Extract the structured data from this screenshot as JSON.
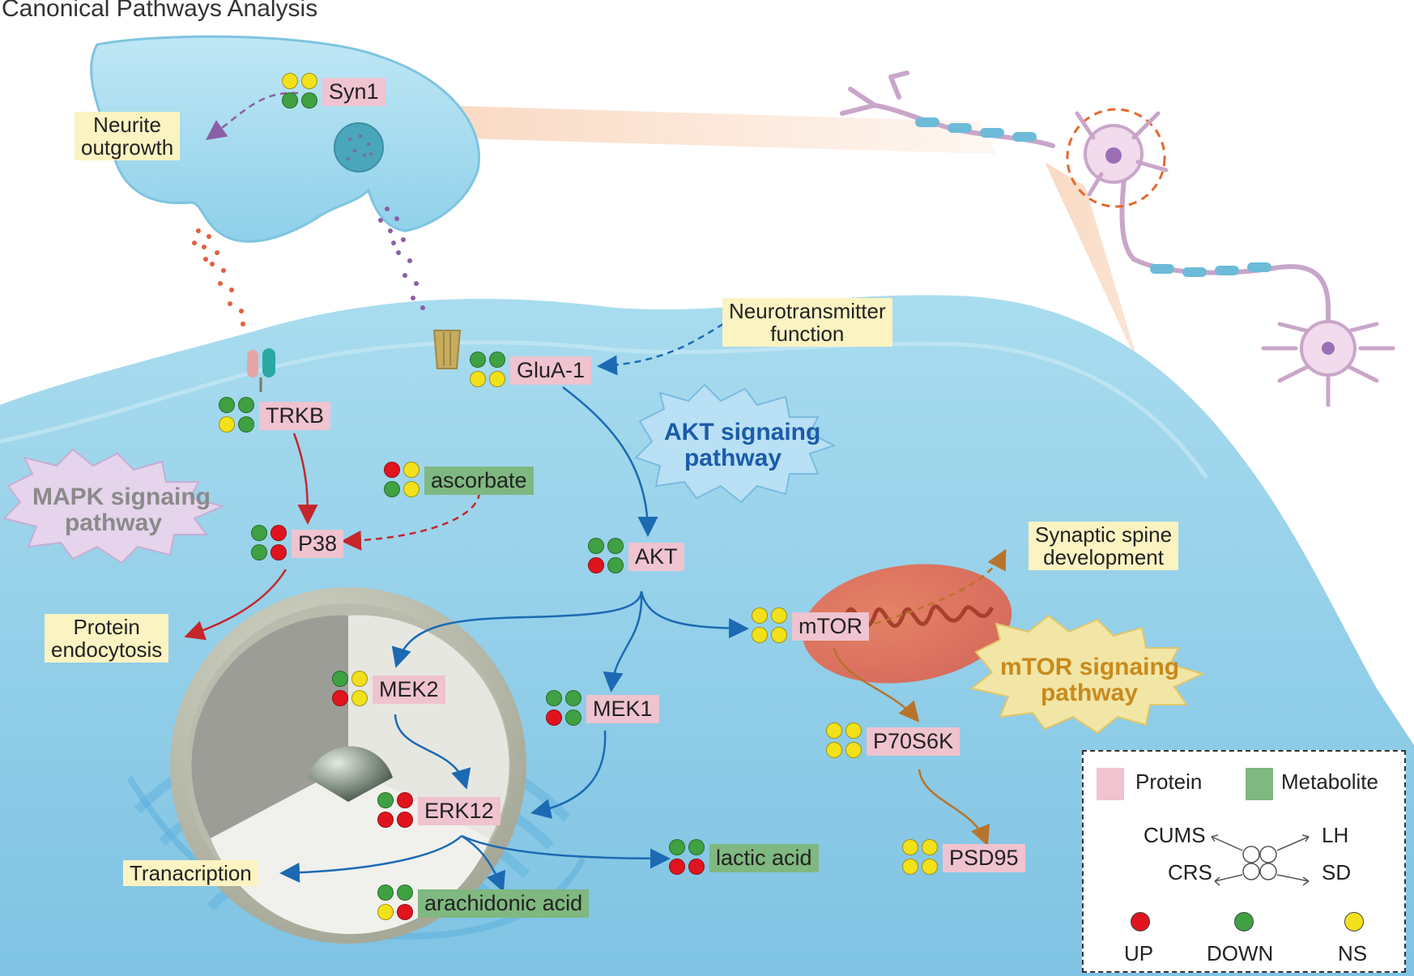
{
  "title": "Canonical Pathways Analysis",
  "colors": {
    "up": "#e0141e",
    "down": "#3fa142",
    "ns": "#f2e11a",
    "protein": "#efc3cf",
    "metabolite": "#7fb880",
    "function_box": "#fbf3c2"
  },
  "nodes": [
    {
      "id": "syn1",
      "label": "Syn1",
      "kind": "protein",
      "dots": [
        "ns",
        "ns",
        "down",
        "down"
      ]
    },
    {
      "id": "glua1",
      "label": "GluA-1",
      "kind": "protein",
      "dots": [
        "down",
        "down",
        "ns",
        "ns"
      ]
    },
    {
      "id": "trkb",
      "label": "TRKB",
      "kind": "protein",
      "dots": [
        "down",
        "down",
        "ns",
        "down"
      ]
    },
    {
      "id": "ascorbate",
      "label": "ascorbate",
      "kind": "metabolite",
      "dots": [
        "up",
        "ns",
        "down",
        "ns"
      ]
    },
    {
      "id": "p38",
      "label": "P38",
      "kind": "protein",
      "dots": [
        "down",
        "up",
        "down",
        "up"
      ]
    },
    {
      "id": "akt",
      "label": "AKT",
      "kind": "protein",
      "dots": [
        "down",
        "down",
        "up",
        "down"
      ]
    },
    {
      "id": "mtor",
      "label": "mTOR",
      "kind": "protein",
      "dots": [
        "ns",
        "ns",
        "ns",
        "ns"
      ]
    },
    {
      "id": "mek2",
      "label": "MEK2",
      "kind": "protein",
      "dots": [
        "down",
        "ns",
        "up",
        "ns"
      ]
    },
    {
      "id": "mek1",
      "label": "MEK1",
      "kind": "protein",
      "dots": [
        "down",
        "down",
        "up",
        "down"
      ]
    },
    {
      "id": "p70s6k",
      "label": "P70S6K",
      "kind": "protein",
      "dots": [
        "ns",
        "ns",
        "ns",
        "ns"
      ]
    },
    {
      "id": "erk12",
      "label": "ERK12",
      "kind": "protein",
      "dots": [
        "down",
        "up",
        "up",
        "up"
      ]
    },
    {
      "id": "lactic",
      "label": "lactic acid",
      "kind": "metabolite",
      "dots": [
        "down",
        "down",
        "up",
        "up"
      ]
    },
    {
      "id": "psd95",
      "label": "PSD95",
      "kind": "protein",
      "dots": [
        "ns",
        "ns",
        "ns",
        "ns"
      ]
    },
    {
      "id": "arachidonic",
      "label": "arachidonic acid",
      "kind": "metabolite",
      "dots": [
        "down",
        "down",
        "ns",
        "up"
      ]
    }
  ],
  "functions": {
    "neurite": "Neurite\noutgrowth",
    "neurotransmitter": "Neurotransmitter\nfunction",
    "synaptic": "Synaptic spine\ndevelopment",
    "protein_endo": "Protein\nendocytosis",
    "transcription": "Tranacription"
  },
  "pathways": {
    "akt": "AKT signaing\npathway",
    "mapk": "MAPK signaing\npathway",
    "mtor": "mTOR signaing\npathway"
  },
  "legend": {
    "protein": "Protein",
    "metabolite": "Metabolite",
    "cums": "CUMS",
    "lh": "LH",
    "crs": "CRS",
    "sd": "SD",
    "up": "UP",
    "down": "DOWN",
    "ns": "NS"
  }
}
